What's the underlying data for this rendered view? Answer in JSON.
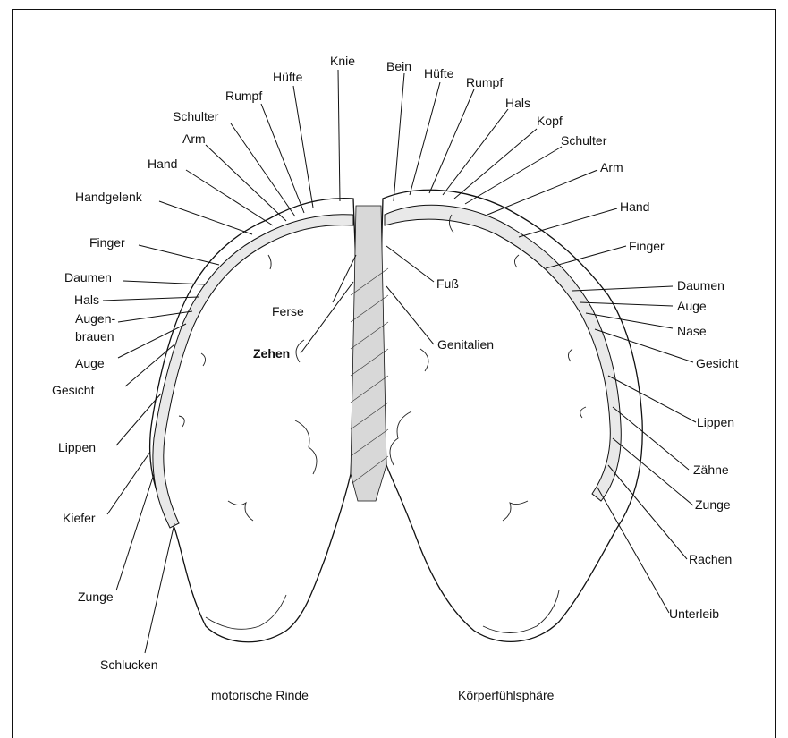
{
  "labels": {
    "motor": {
      "knie": "Knie",
      "huefte": "Hüfte",
      "rumpf": "Rumpf",
      "schulter": "Schulter",
      "arm": "Arm",
      "hand": "Hand",
      "handgelenk": "Handgelenk",
      "finger": "Finger",
      "daumen": "Daumen",
      "hals": "Hals",
      "augenbrauen_1": "Augen-",
      "augenbrauen_2": "brauen",
      "auge": "Auge",
      "gesicht": "Gesicht",
      "lippen": "Lippen",
      "kiefer": "Kiefer",
      "zunge": "Zunge",
      "schlucken": "Schlucken",
      "ferse": "Ferse",
      "zehen": "Zehen"
    },
    "sensory": {
      "bein": "Bein",
      "huefte": "Hüfte",
      "rumpf": "Rumpf",
      "hals": "Hals",
      "kopf": "Kopf",
      "schulter": "Schulter",
      "arm": "Arm",
      "hand": "Hand",
      "finger": "Finger",
      "daumen": "Daumen",
      "auge": "Auge",
      "nase": "Nase",
      "gesicht": "Gesicht",
      "lippen": "Lippen",
      "zaehne": "Zähne",
      "zunge": "Zunge",
      "rachen": "Rachen",
      "unterleib": "Unterleib",
      "fuss": "Fuß",
      "genitalien": "Genitalien"
    }
  },
  "captions": {
    "left": "motorische Rinde",
    "right": "Körperfühlsphäre"
  }
}
